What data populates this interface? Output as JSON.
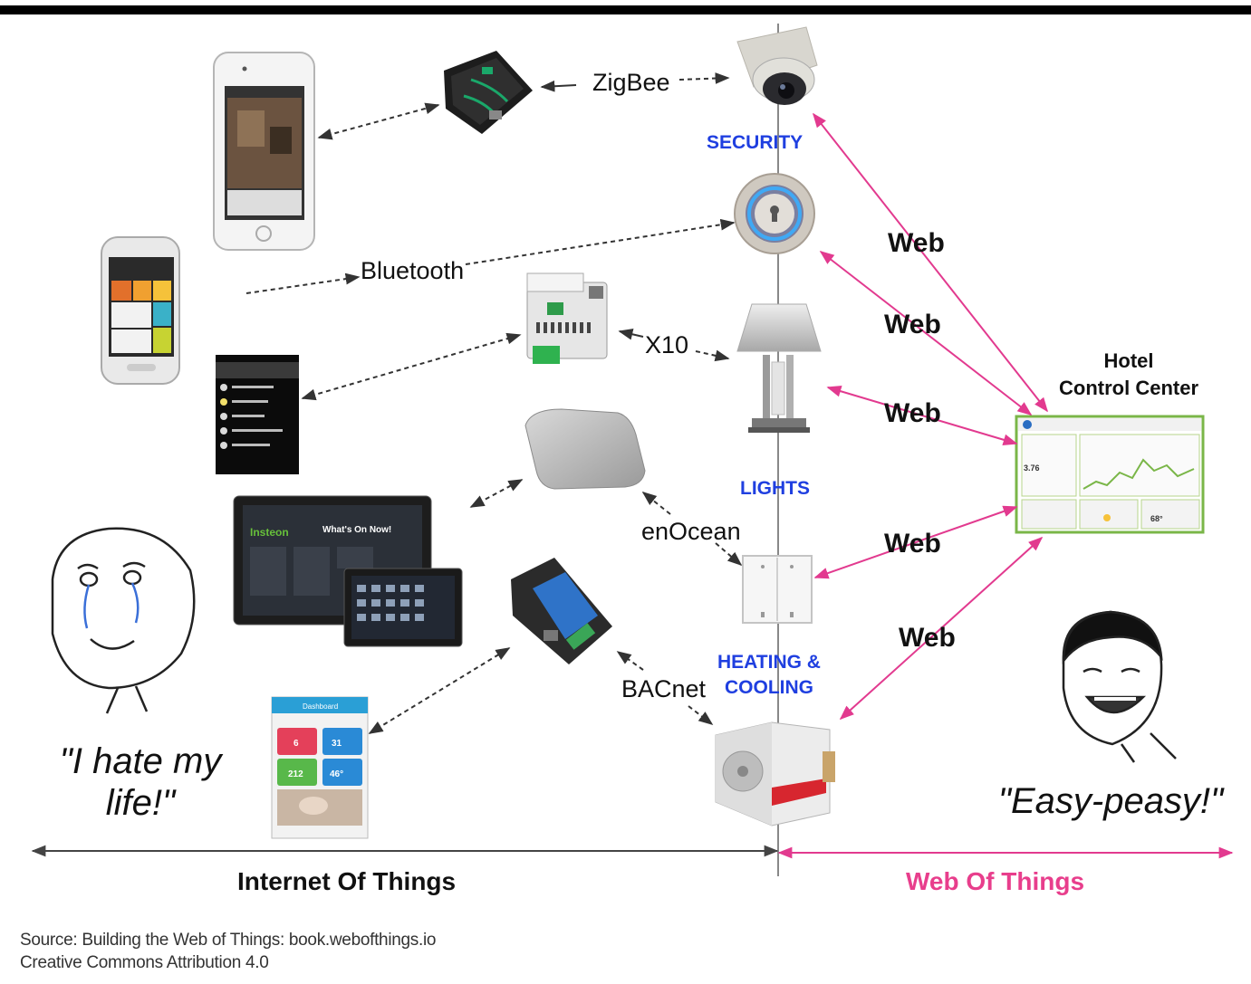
{
  "protocols": {
    "zigbee": "ZigBee",
    "bluetooth": "Bluetooth",
    "x10": "X10",
    "enocean": "enOcean",
    "bacnet": "BACnet"
  },
  "categories": {
    "security": "SECURITY",
    "lights": "LIGHTS",
    "heating_line1": "HEATING &",
    "heating_line2": "COOLING"
  },
  "web_labels": [
    "Web",
    "Web",
    "Web",
    "Web",
    "Web"
  ],
  "hotel": {
    "line1": "Hotel",
    "line2": "Control Center"
  },
  "quotes": {
    "left_line1": "\"I hate my",
    "left_line2": "life!\"",
    "right": "\"Easy-peasy!\""
  },
  "footer": {
    "iot": "Internet Of Things",
    "wot": "Web Of Things"
  },
  "source": {
    "line1": "Source: Building the Web of Things: book.webofthings.io",
    "line2": "Creative Commons Attribution 4.0"
  },
  "tablet_panel": {
    "brand": "Insteon",
    "header": "What's On Now!"
  },
  "app_panel": {
    "header": "Dashboard",
    "tiles": [
      "6",
      "31",
      "212",
      "46°"
    ]
  },
  "dashboard": {
    "value": "3.76",
    "temp": "68°"
  },
  "colors": {
    "category_blue": "#1f3fe0",
    "web_pink": "#e23a8f",
    "wot_pink": "#e83e8c",
    "arrow_dark": "#333333",
    "dashboard_green": "#7ab648"
  }
}
